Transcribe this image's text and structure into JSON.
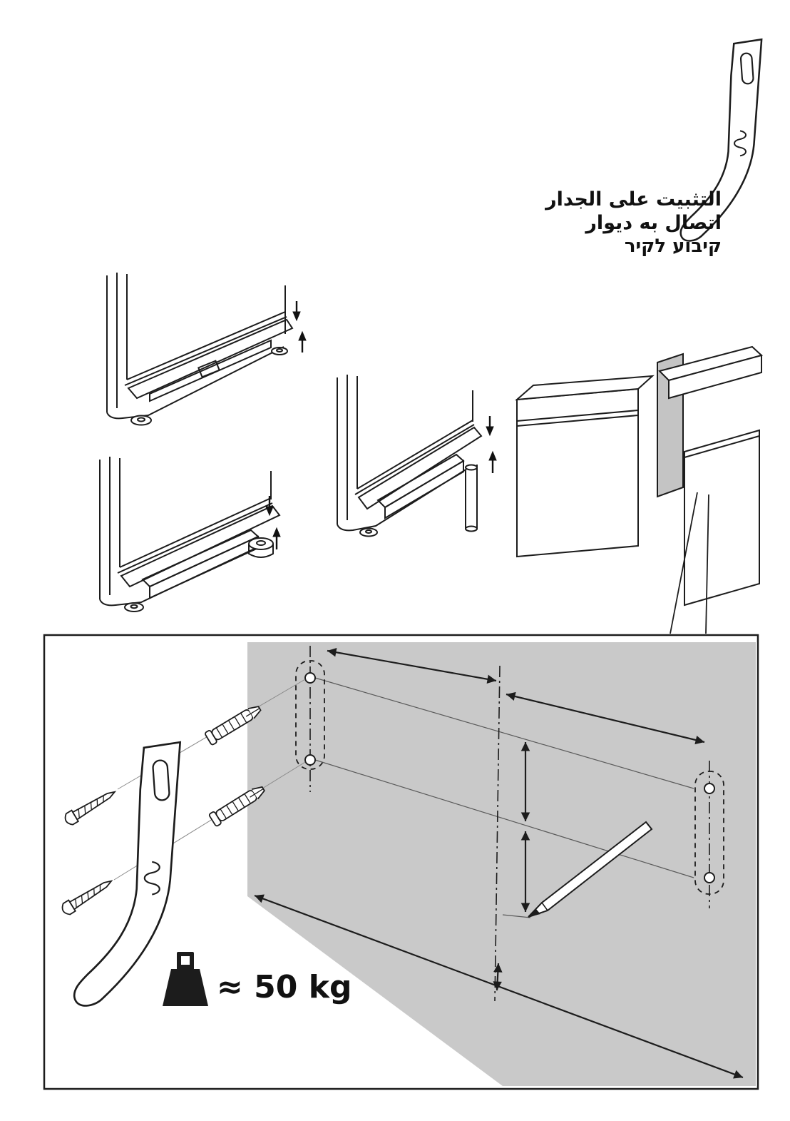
{
  "captions": {
    "wall_mount_arabic": "التثبيت على الجدار",
    "wall_mount_persian": "اتصال به دیوار",
    "wall_mount_hebrew": "קיבוע לקיר"
  },
  "detail_box": {
    "weight_label": "≈ 50 kg"
  },
  "icons": {
    "wall_bracket": "wall-mount-bracket",
    "weight": "calibration-weight",
    "pencil": "marking-pencil",
    "screw": "mounting-screw",
    "anchor": "wall-plug-anchor",
    "drill_hole": "drill-hole-marker"
  },
  "colors": {
    "line": "#1c1c1c",
    "wall_gray": "#c9c9c9",
    "cabinet_gray": "#c4c4c4"
  }
}
